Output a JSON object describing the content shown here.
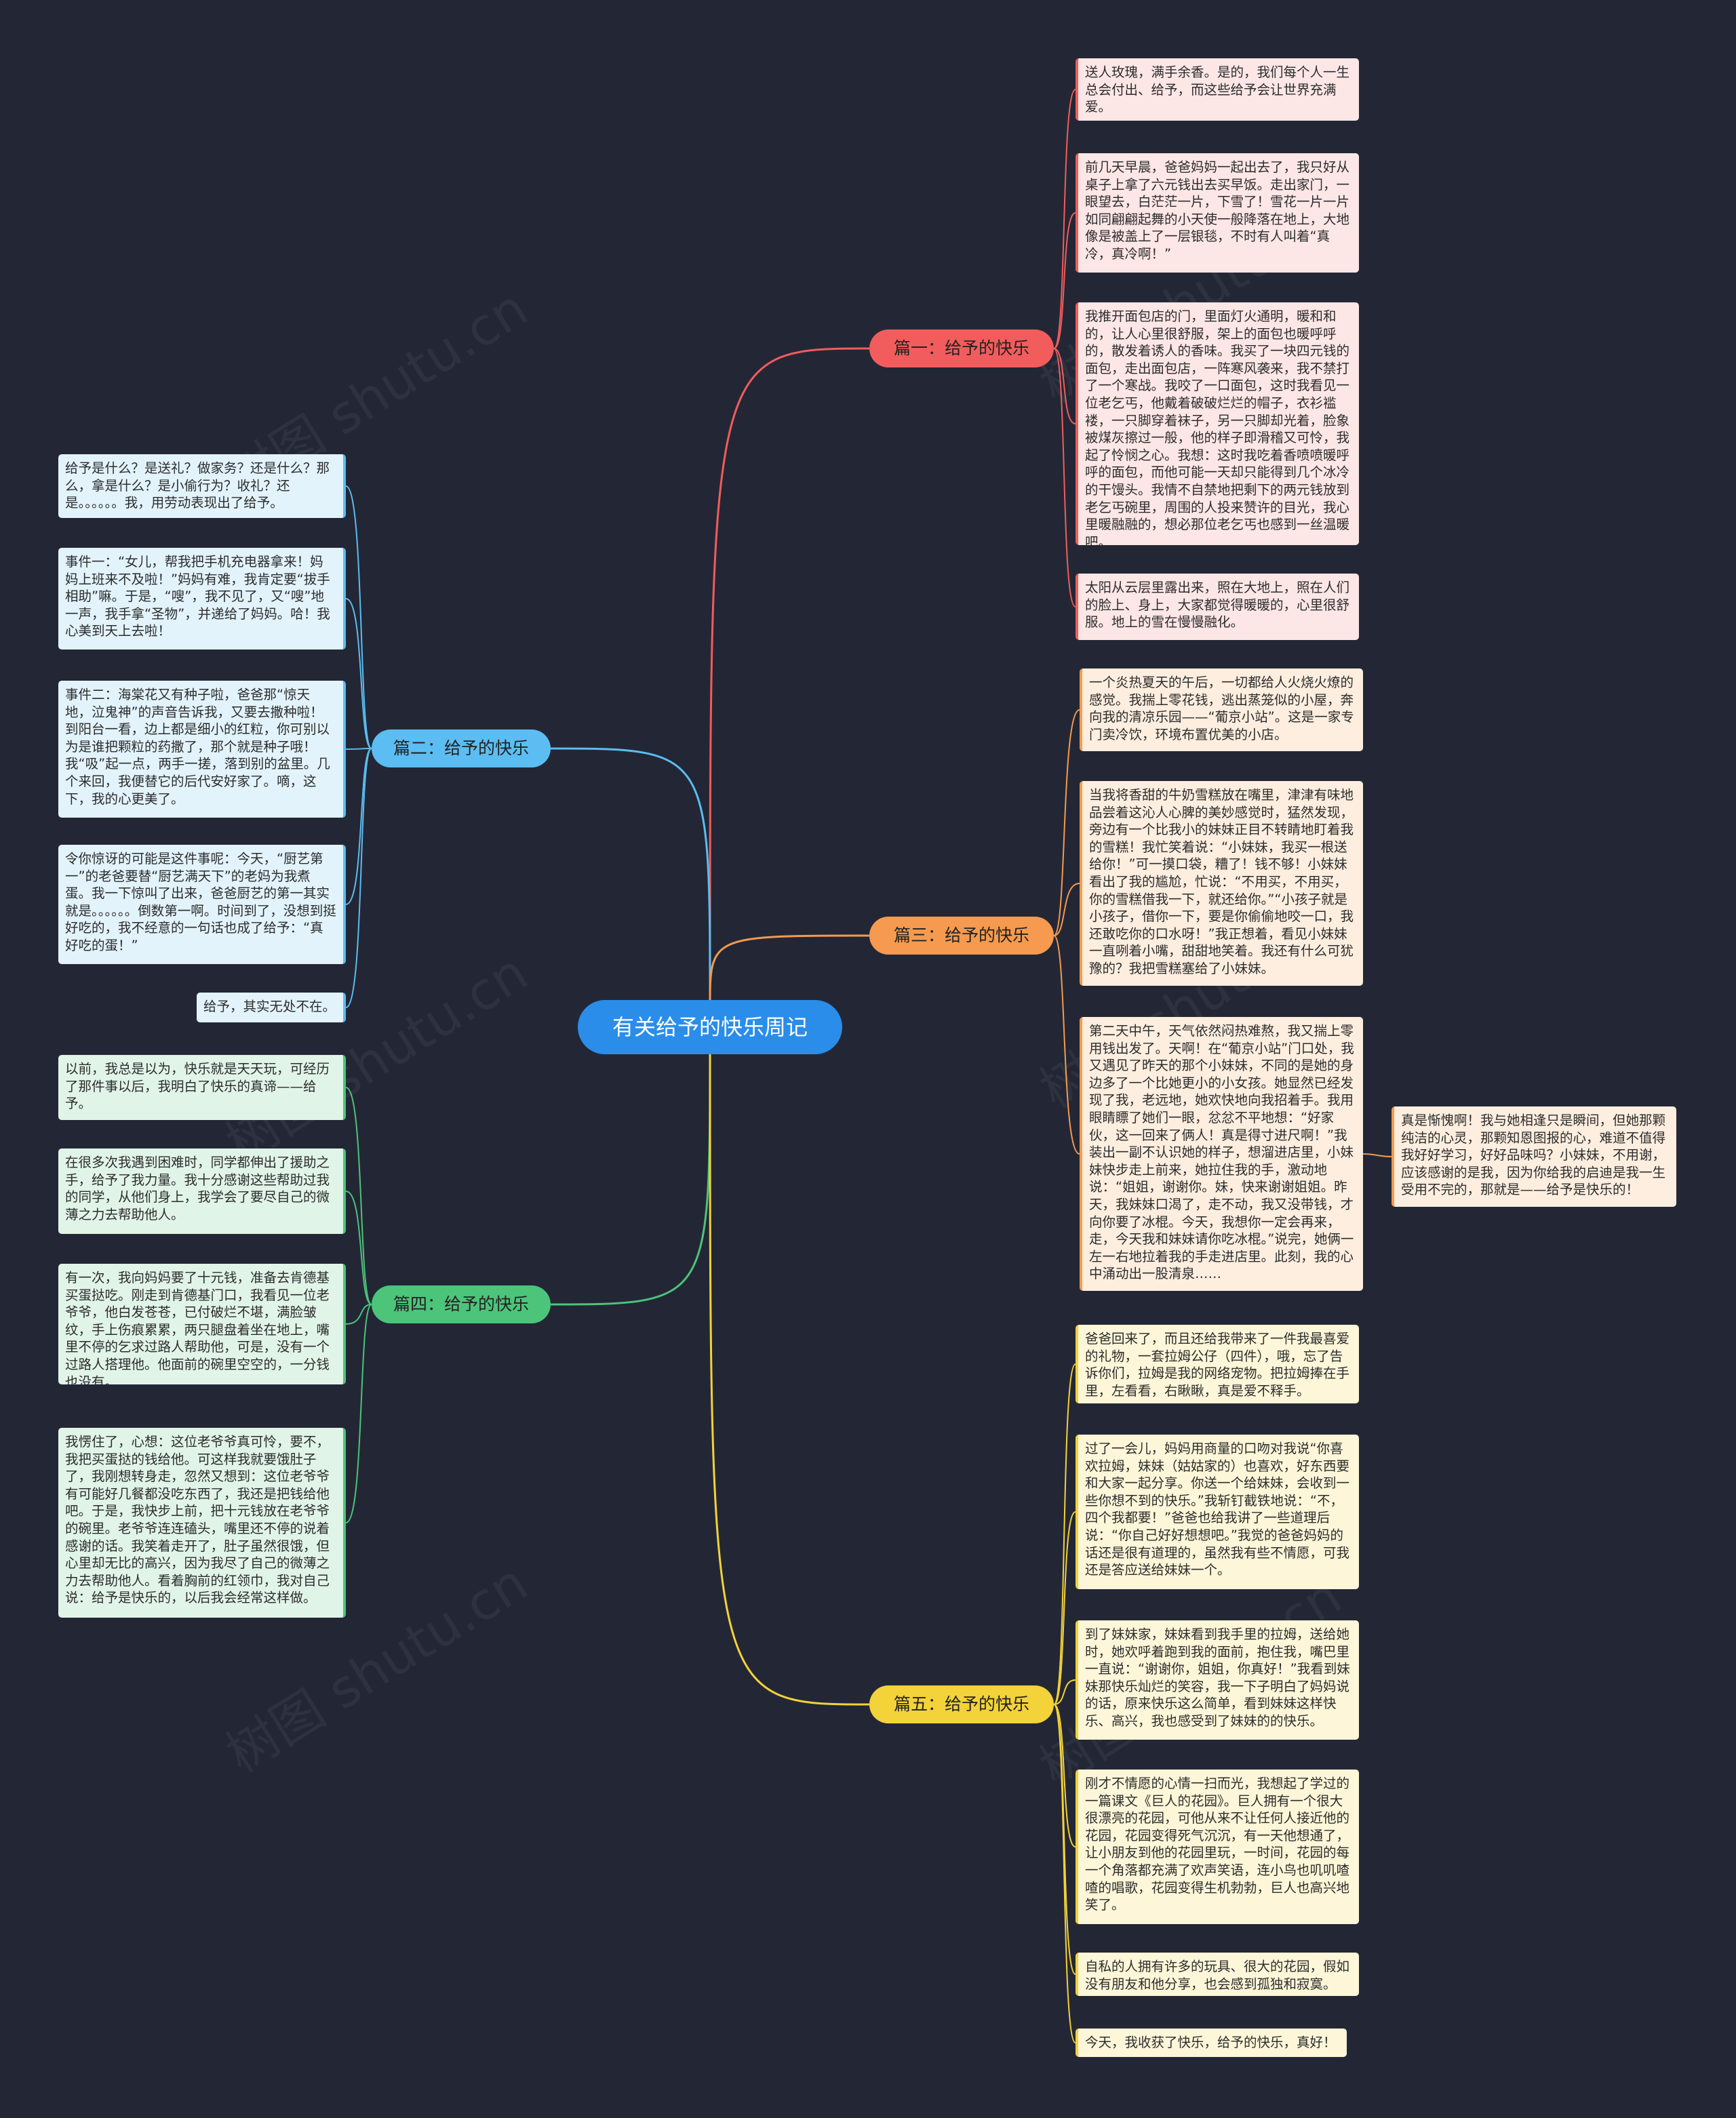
{
  "root": {
    "title": "有关给予的快乐周记"
  },
  "branches": [
    {
      "label": "篇一：给予的快乐",
      "color": "#f25c5c",
      "fill": "#f25c5c",
      "leaf_bg": "#fde6e6",
      "leaves": [
        "送人玫瑰，满手余香。是的，我们每个人一生总会付出、给予，而这些给予会让世界充满爱。",
        "前几天早晨，爸爸妈妈一起出去了，我只好从桌子上拿了六元钱出去买早饭。走出家门，一眼望去，白茫茫一片，下雪了！雪花一片一片如同翩翩起舞的小天使一般降落在地上，大地像是被盖上了一层银毯，不时有人叫着“真冷，真冷啊！”",
        "我推开面包店的门，里面灯火通明，暖和和的，让人心里很舒服，架上的面包也暖呼呼的，散发着诱人的香味。我买了一块四元钱的面包，走出面包店，一阵寒风袭来，我不禁打了一个寒战。我咬了一口面包，这时我看见一位老乞丐，他戴着破破烂烂的帽子，衣衫褴褛，一只脚穿着袜子，另一只脚却光着，脸象被煤灰擦过一般，他的样子即滑稽又可怜，我起了怜悯之心。我想：这时我吃着香喷喷暖呼呼的面包，而他可能一天却只能得到几个冰冷的干馒头。我情不自禁地把剩下的两元钱放到老乞丐碗里，周围的人投来赞许的目光，我心里暖融融的，想必那位老乞丐也感到一丝温暖吧。",
        "太阳从云层里露出来，照在大地上，照在人们的脸上、身上，大家都觉得暖暖的，心里很舒服。地上的雪在慢慢融化。"
      ]
    },
    {
      "label": "篇二：给予的快乐",
      "color": "#5bbdf2",
      "fill": "#5bbdf2",
      "leaf_bg": "#e2f3fc",
      "leaves": [
        "给予是什么？是送礼？做家务？还是什么？那么，拿是什么？是小偷行为？收礼？还是。。。。。。我，用劳动表现出了给予。",
        "事件一：“女儿，帮我把手机充电器拿来！妈妈上班来不及啦！”妈妈有难，我肯定要“拔手相助”嘛。于是，“嗖”，我不见了，又“嗖”地一声，我手拿“圣物”，并递给了妈妈。哈！我心美到天上去啦！",
        "事件二：海棠花又有种子啦，爸爸那“惊天地，泣鬼神”的声音告诉我，又要去撒种啦！到阳台一看，边上都是细小的红粒，你可别以为是谁把颗粒的药撒了，那个就是种子哦！我“吸”起一点，两手一搓，落到别的盆里。几个来回，我便替它的后代安好家了。嘀，这下，我的心更美了。",
        "令你惊讶的可能是这件事呢：今天，“厨艺第一”的老爸要替“厨艺满天下”的老妈为我煮蛋。我一下惊叫了出来，爸爸厨艺的第一其实就是。。。。。。倒数第一啊。时间到了，没想到挺好吃的，我不经意的一句话也成了给予：“真好吃的蛋！”",
        "给予，其实无处不在。"
      ]
    },
    {
      "label": "篇三：给予的快乐",
      "color": "#f59a4e",
      "fill": "#f59a4e",
      "leaf_bg": "#fdeedf",
      "leaves": [
        "一个炎热夏天的午后，一切都给人火烧火燎的感觉。我揣上零花钱，逃出蒸笼似的小屋，奔向我的清凉乐园——“葡京小站”。这是一家专门卖冷饮，环境布置优美的小店。",
        "当我将香甜的牛奶雪糕放在嘴里，津津有味地品尝着这沁人心脾的美妙感觉时，猛然发现，旁边有一个比我小的妹妹正目不转睛地盯着我的雪糕！我忙笑着说：“小妹妹，我买一根送给你！”可一摸口袋，糟了！钱不够！小妹妹看出了我的尴尬，忙说：“不用买，不用买，你的雪糕借我一下，就还给你。”“小孩子就是小孩子，借你一下，要是你偷偷地咬一口，我还敢吃你的口水呀！”我正想着，看见小妹妹一直咧着小嘴，甜甜地笑着。我还有什么可犹豫的？我把雪糕塞给了小妹妹。",
        "第二天中午，天气依然闷热难熬，我又揣上零用钱出发了。天啊！在“葡京小站”门口处，我又遇见了昨天的那个小妹妹，不同的是她的身边多了一个比她更小的小女孩。她显然已经发现了我，老远地，她欢快地向我招着手。我用眼睛瞟了她们一眼，忿忿不平地想：“好家伙，这一回来了俩人！真是得寸进尺啊！”我装出一副不认识她的样子，想溜进店里，小妹妹快步走上前来，她拉住我的手，激动地说：“姐姐，谢谢你。妹，快来谢谢姐姐。昨天，我妹妹口渴了，走不动，我又没带钱，才向你要了冰棍。今天，我想你一定会再来，走，今天我和妹妹请你吃冰棍。”说完，她俩一左一右地拉着我的手走进店里。此刻，我的心中涌动出一股清泉……"
      ],
      "extra": "真是惭愧啊！我与她相逢只是瞬间，但她那颗纯洁的心灵，那颗知恩图报的心，难道不值得我好好学习，好好品味吗？小妹妹，不用谢，应该感谢的是我，因为你给我的启迪是我一生受用不完的，那就是——给予是快乐的！"
    },
    {
      "label": "篇四：给予的快乐",
      "color": "#4cc47a",
      "fill": "#4cc47a",
      "leaf_bg": "#e1f4e8",
      "leaves": [
        "以前，我总是以为，快乐就是天天玩，可经历了那件事以后，我明白了快乐的真谛——给予。",
        "在很多次我遇到困难时，同学都伸出了援助之手，给予了我力量。我十分感谢这些帮助过我的同学，从他们身上，我学会了要尽自己的微薄之力去帮助他人。",
        "有一次，我向妈妈要了十元钱，准备去肯德基买蛋挞吃。刚走到肯德基门口，我看见一位老爷爷，他白发苍苍，已付破烂不堪，满脸皱纹，手上伤痕累累，两只腿盘着坐在地上，嘴里不停的乞求过路人帮助他，可是，没有一个过路人搭理他。他面前的碗里空空的，一分钱也没有。",
        "我愣住了，心想：这位老爷爷真可怜，要不，我把买蛋挞的钱给他。可这样我就要饿肚子了，我刚想转身走，忽然又想到：这位老爷爷有可能好几餐都没吃东西了，我还是把钱给他吧。于是，我快步上前，把十元钱放在老爷爷的碗里。老爷爷连连磕头，嘴里还不停的说着感谢的话。我笑着走开了，肚子虽然很饿，但心里却无比的高兴，因为我尽了自己的微薄之力去帮助他人。看着胸前的红领巾，我对自己说：给予是快乐的，以后我会经常这样做。"
      ]
    },
    {
      "label": "篇五：给予的快乐",
      "color": "#f3d23a",
      "fill": "#f3d23a",
      "leaf_bg": "#fdf6d8",
      "leaves": [
        "爸爸回来了，而且还给我带来了一件我最喜爱的礼物，一套拉姆公仔（四件），哦，忘了告诉你们，拉姆是我的网络宠物。把拉姆捧在手里，左看看，右瞅瞅，真是爱不释手。",
        "过了一会儿，妈妈用商量的口吻对我说“你喜欢拉姆，妹妹（姑姑家的）也喜欢，好东西要和大家一起分享。你送一个给妹妹，会收到一些你想不到的快乐。”我斩钉截铁地说：“不，四个我都要！”爸爸也给我讲了一些道理后说：“你自己好好想想吧。”我觉的爸爸妈妈的话还是很有道理的，虽然我有些不情愿，可我还是答应送给妹妹一个。",
        "到了妹妹家，妹妹看到我手里的拉姆，送给她时，她欢呼着跑到我的面前，抱住我，嘴巴里一直说：“谢谢你，姐姐，你真好！”我看到妹妹那快乐灿烂的笑容，我一下子明白了妈妈说的话，原来快乐这么简单，看到妹妹这样快乐、高兴，我也感受到了妹妹的的快乐。",
        "刚才不情愿的心情一扫而光，我想起了学过的一篇课文《巨人的花园》。巨人拥有一个很大很漂亮的花园，可他从来不让任何人接近他的花园，花园变得死气沉沉，有一天他想通了，让小朋友到他的花园里玩，一时间，花园的每一个角落都充满了欢声笑语，连小鸟也叽叽喳喳的唱歌，花园变得生机勃勃，巨人也高兴地笑了。",
        "自私的人拥有许多的玩具、很大的花园，假如没有朋友和他分享，也会感到孤独和寂寞。",
        "今天，我收获了快乐，给予的快乐，真好！"
      ]
    }
  ],
  "watermark": "树图 shutu.cn"
}
